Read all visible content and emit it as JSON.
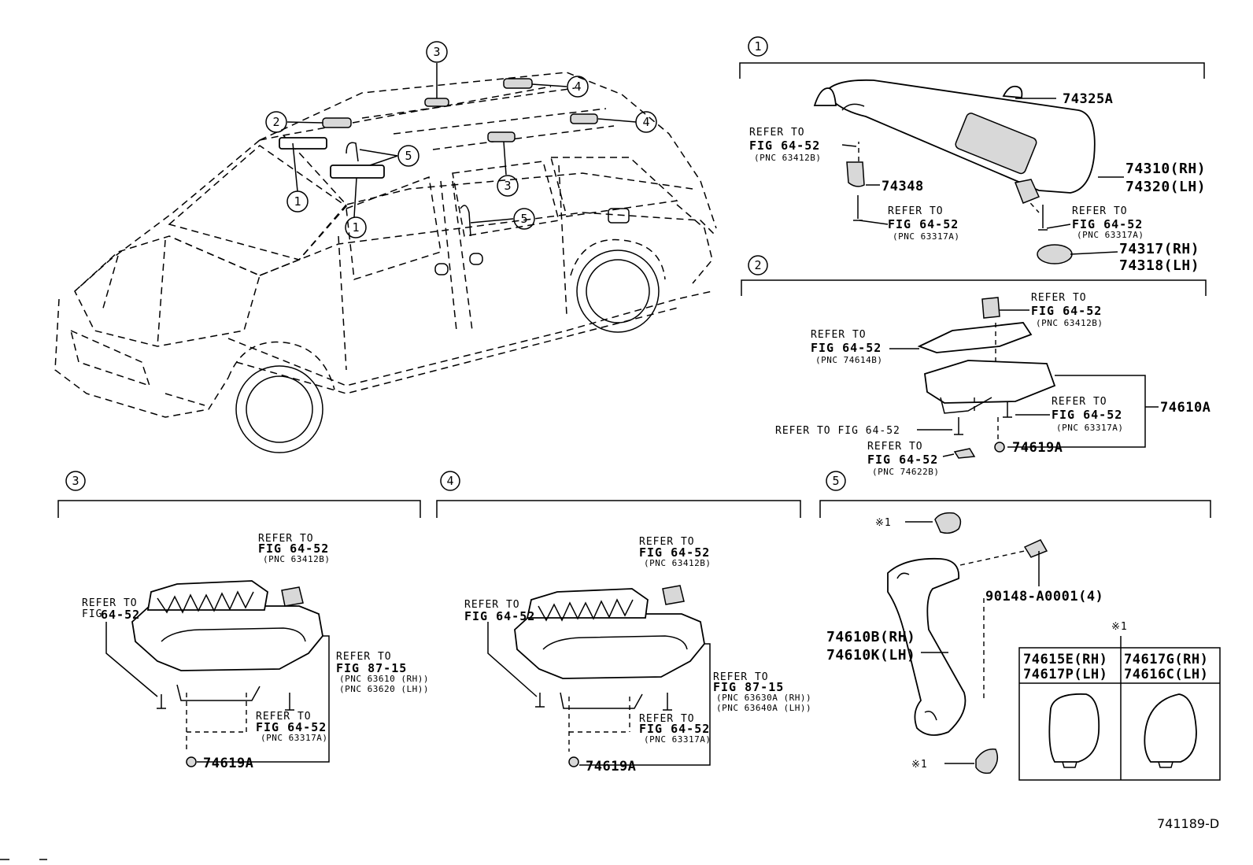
{
  "overview": {
    "callouts": [
      "3",
      "4",
      "4",
      "2",
      "5",
      "1",
      "1",
      "3",
      "5"
    ]
  },
  "section1": {
    "label": "1",
    "parts": {
      "p74325A": "74325A",
      "p74310": "74310(RH)",
      "p74320": "74320(LH)",
      "p74348": "74348",
      "p74317": "74317(RH)",
      "p74318": "74318(LH)"
    },
    "refs": [
      {
        "l1": "REFER TO",
        "l2": "FIG 64-52",
        "l3": "(PNC 63412B)"
      },
      {
        "l1": "REFER TO",
        "l2": "FIG 64-52",
        "l3": "(PNC 63317A)"
      },
      {
        "l1": "REFER TO",
        "l2": "FIG 64-52",
        "l3": "(PNC 63317A)"
      }
    ]
  },
  "section2": {
    "label": "2",
    "parts": {
      "p74610A": "74610A",
      "p74619A": "74619A"
    },
    "refs": [
      {
        "l1": "REFER TO",
        "l2": "FIG 64-52",
        "l3": "(PNC 63412B)"
      },
      {
        "l1": "REFER TO",
        "l2": "FIG 64-52",
        "l3": "(PNC 74614B)"
      },
      {
        "l1": "REFER TO",
        "l2": "FIG 64-52",
        "l3": "(PNC 63317A)"
      },
      {
        "l1": "REFER TO",
        "l2": "FIG 64-52",
        "l3": "(PNC 74622B)"
      }
    ],
    "ref_inline": "REFER TO FIG 64-52"
  },
  "section3": {
    "label": "3",
    "parts": {
      "p74619A": "74619A"
    },
    "refs": [
      {
        "l1": "REFER TO",
        "l2": "FIG 64-52",
        "l3": "(PNC 63412B)"
      },
      {
        "l1": "REFER TO",
        "l2": "FIG",
        "l2b": "64-52"
      },
      {
        "l1": "REFER TO",
        "l2": "FIG 87-15",
        "l3": "(PNC 63610 (RH))",
        "l4": "(PNC 63620 (LH))"
      },
      {
        "l1": "REFER TO",
        "l2": "FIG 64-52",
        "l3": "(PNC 63317A)"
      }
    ]
  },
  "section4": {
    "label": "4",
    "parts": {
      "p74619A": "74619A"
    },
    "refs": [
      {
        "l1": "REFER TO",
        "l2": "FIG 64-52",
        "l3": "(PNC 63412B)"
      },
      {
        "l1": "REFER TO",
        "l2": "FIG 64-52"
      },
      {
        "l1": "REFER TO",
        "l2": "FIG 87-15",
        "l3": "(PNC 63630A (RH))",
        "l4": "(PNC 63640A (LH))"
      },
      {
        "l1": "REFER TO",
        "l2": "FIG 64-52",
        "l3": "(PNC 63317A)"
      }
    ]
  },
  "section5": {
    "label": "5",
    "mark1": "※1",
    "mark2": "※1",
    "mark3": "※1",
    "parts": {
      "p90148": "90148-A0001(4)",
      "p74610B": "74610B(RH)",
      "p74610K": "74610K(LH)"
    },
    "table": {
      "c1r1": "74615E(RH)",
      "c1r2": "74617P(LH)",
      "c2r1": "74617G(RH)",
      "c2r2": "74616C(LH)"
    }
  },
  "footer": {
    "code": "741189-D"
  }
}
